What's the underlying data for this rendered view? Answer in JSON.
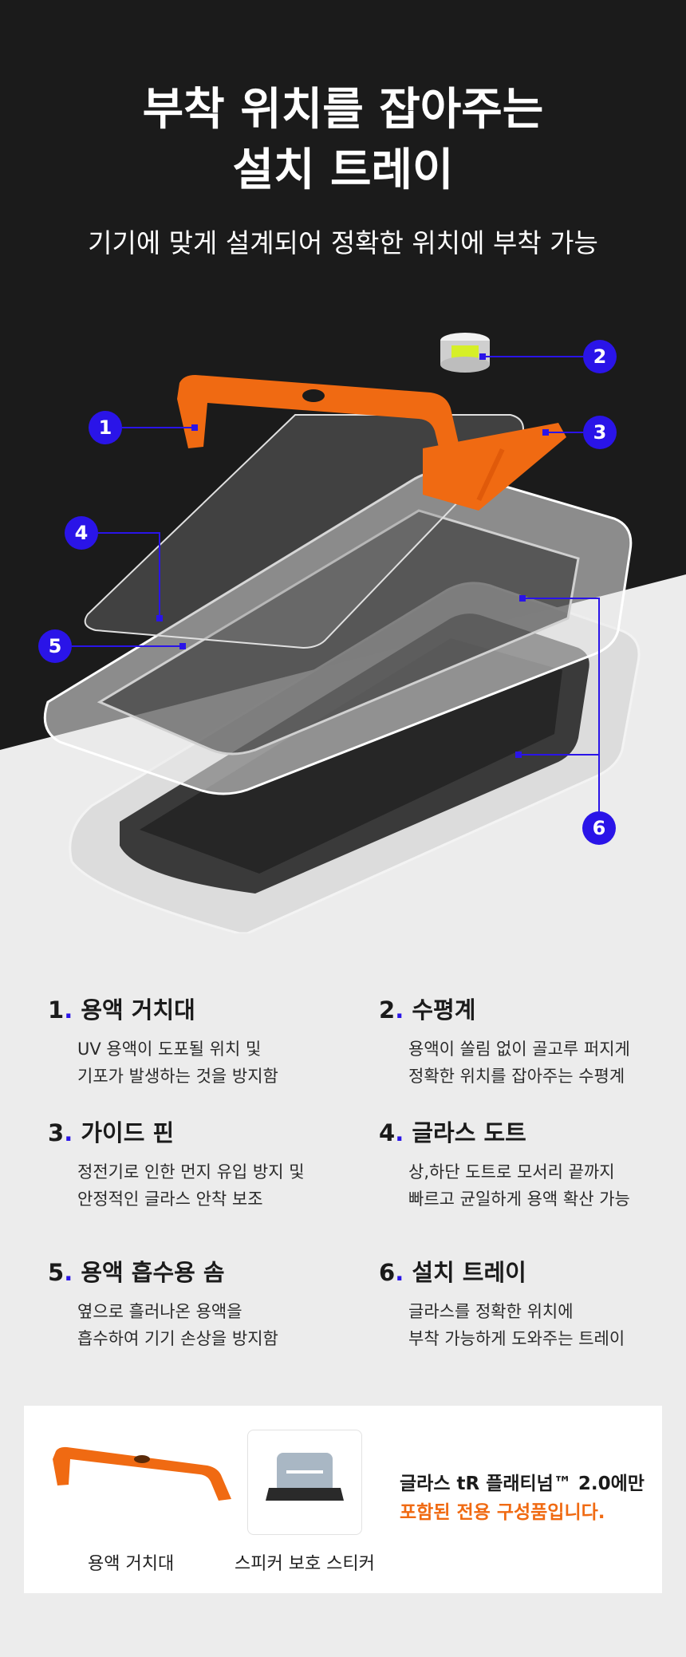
{
  "hero": {
    "title_line1": "부착 위치를 잡아주는",
    "title_line2": "설치 트레이",
    "subtitle": "기기에 맞게 설계되어 정확한 위치에 부착 가능"
  },
  "callouts": [
    "1",
    "2",
    "3",
    "4",
    "5",
    "6"
  ],
  "colors": {
    "accent_blue": "#2a14e8",
    "accent_orange": "#f06a12",
    "dark_bg": "#1b1b1b",
    "light_bg": "#ececec"
  },
  "features": [
    {
      "num": "1",
      "title": "용액 거치대",
      "desc": [
        "UV 용액이 도포될 위치 및",
        "기포가 발생하는 것을 방지함"
      ]
    },
    {
      "num": "2",
      "title": "수평계",
      "desc": [
        "용액이 쏠림 없이 골고루 퍼지게",
        "정확한 위치를 잡아주는 수평계"
      ]
    },
    {
      "num": "3",
      "title": "가이드 핀",
      "desc": [
        "정전기로 인한 먼지 유입 방지 및",
        "안정적인 글라스 안착 보조"
      ]
    },
    {
      "num": "4",
      "title": "글라스 도트",
      "desc": [
        "상,하단 도트로 모서리 끝까지",
        "빠르고 균일하게 용액 확산 가능"
      ]
    },
    {
      "num": "5",
      "title": "용액 흡수용 솜",
      "desc": [
        "옆으로 흘러나온 용액을",
        "흡수하여 기기 손상을 방지함"
      ]
    },
    {
      "num": "6",
      "title": "설치 트레이",
      "desc": [
        "글라스를 정확한 위치에",
        "부착 가능하게 도와주는 트레이"
      ]
    }
  ],
  "bottom": {
    "item1_label": "용액 거치대",
    "item2_label": "스피커 보호 스티커",
    "promo_line1": "글라스 tR 플래티넘™ 2.0에만",
    "promo_line2": "포함된 전용 구성품입니다."
  }
}
